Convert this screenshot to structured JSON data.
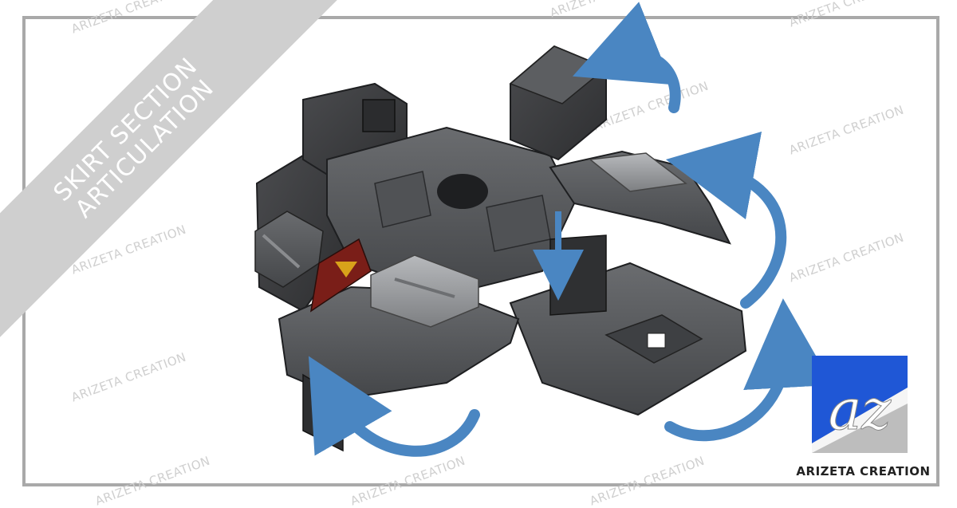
{
  "banner": {
    "line1": "SKIRT SECTION",
    "line2": "ARTICULATION"
  },
  "watermark_text": "ARIZETA CREATION",
  "brand": {
    "name": "ARIZETA CREATION",
    "logo_letters": "az"
  },
  "colors": {
    "arrow": "#4a86c2",
    "frame": "#a9a9a9",
    "banner": "#cfcfcf",
    "part_dark": "#3a3b3d",
    "part_mid": "#55575a",
    "part_light": "#8d8f92",
    "logo_blue": "#1f57d6"
  },
  "icons": [
    "rotation-arrow-icon",
    "down-arrow-icon",
    "arizeta-logo-icon"
  ]
}
